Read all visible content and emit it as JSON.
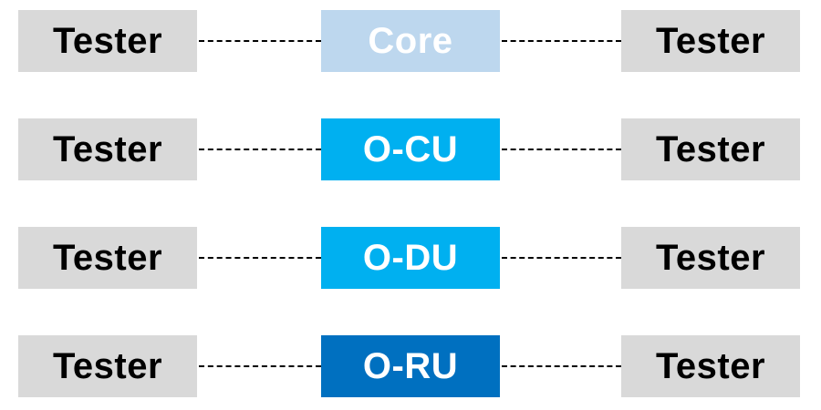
{
  "diagram": {
    "rows": [
      {
        "left_tester": "Tester",
        "dut_label": "Core",
        "dut_color": "#bdd7ee",
        "right_tester": "Tester"
      },
      {
        "left_tester": "Tester",
        "dut_label": "O-CU",
        "dut_color": "#00b0f0",
        "right_tester": "Tester"
      },
      {
        "left_tester": "Tester",
        "dut_label": "O-DU",
        "dut_color": "#00b0f0",
        "right_tester": "Tester"
      },
      {
        "left_tester": "Tester",
        "dut_label": "O-RU",
        "dut_color": "#0070c0",
        "right_tester": "Tester"
      }
    ]
  },
  "colors": {
    "tester_fill": "#d9d9d9",
    "tester_text": "#000000",
    "dut_text": "#ffffff",
    "link_line": "#000000"
  }
}
